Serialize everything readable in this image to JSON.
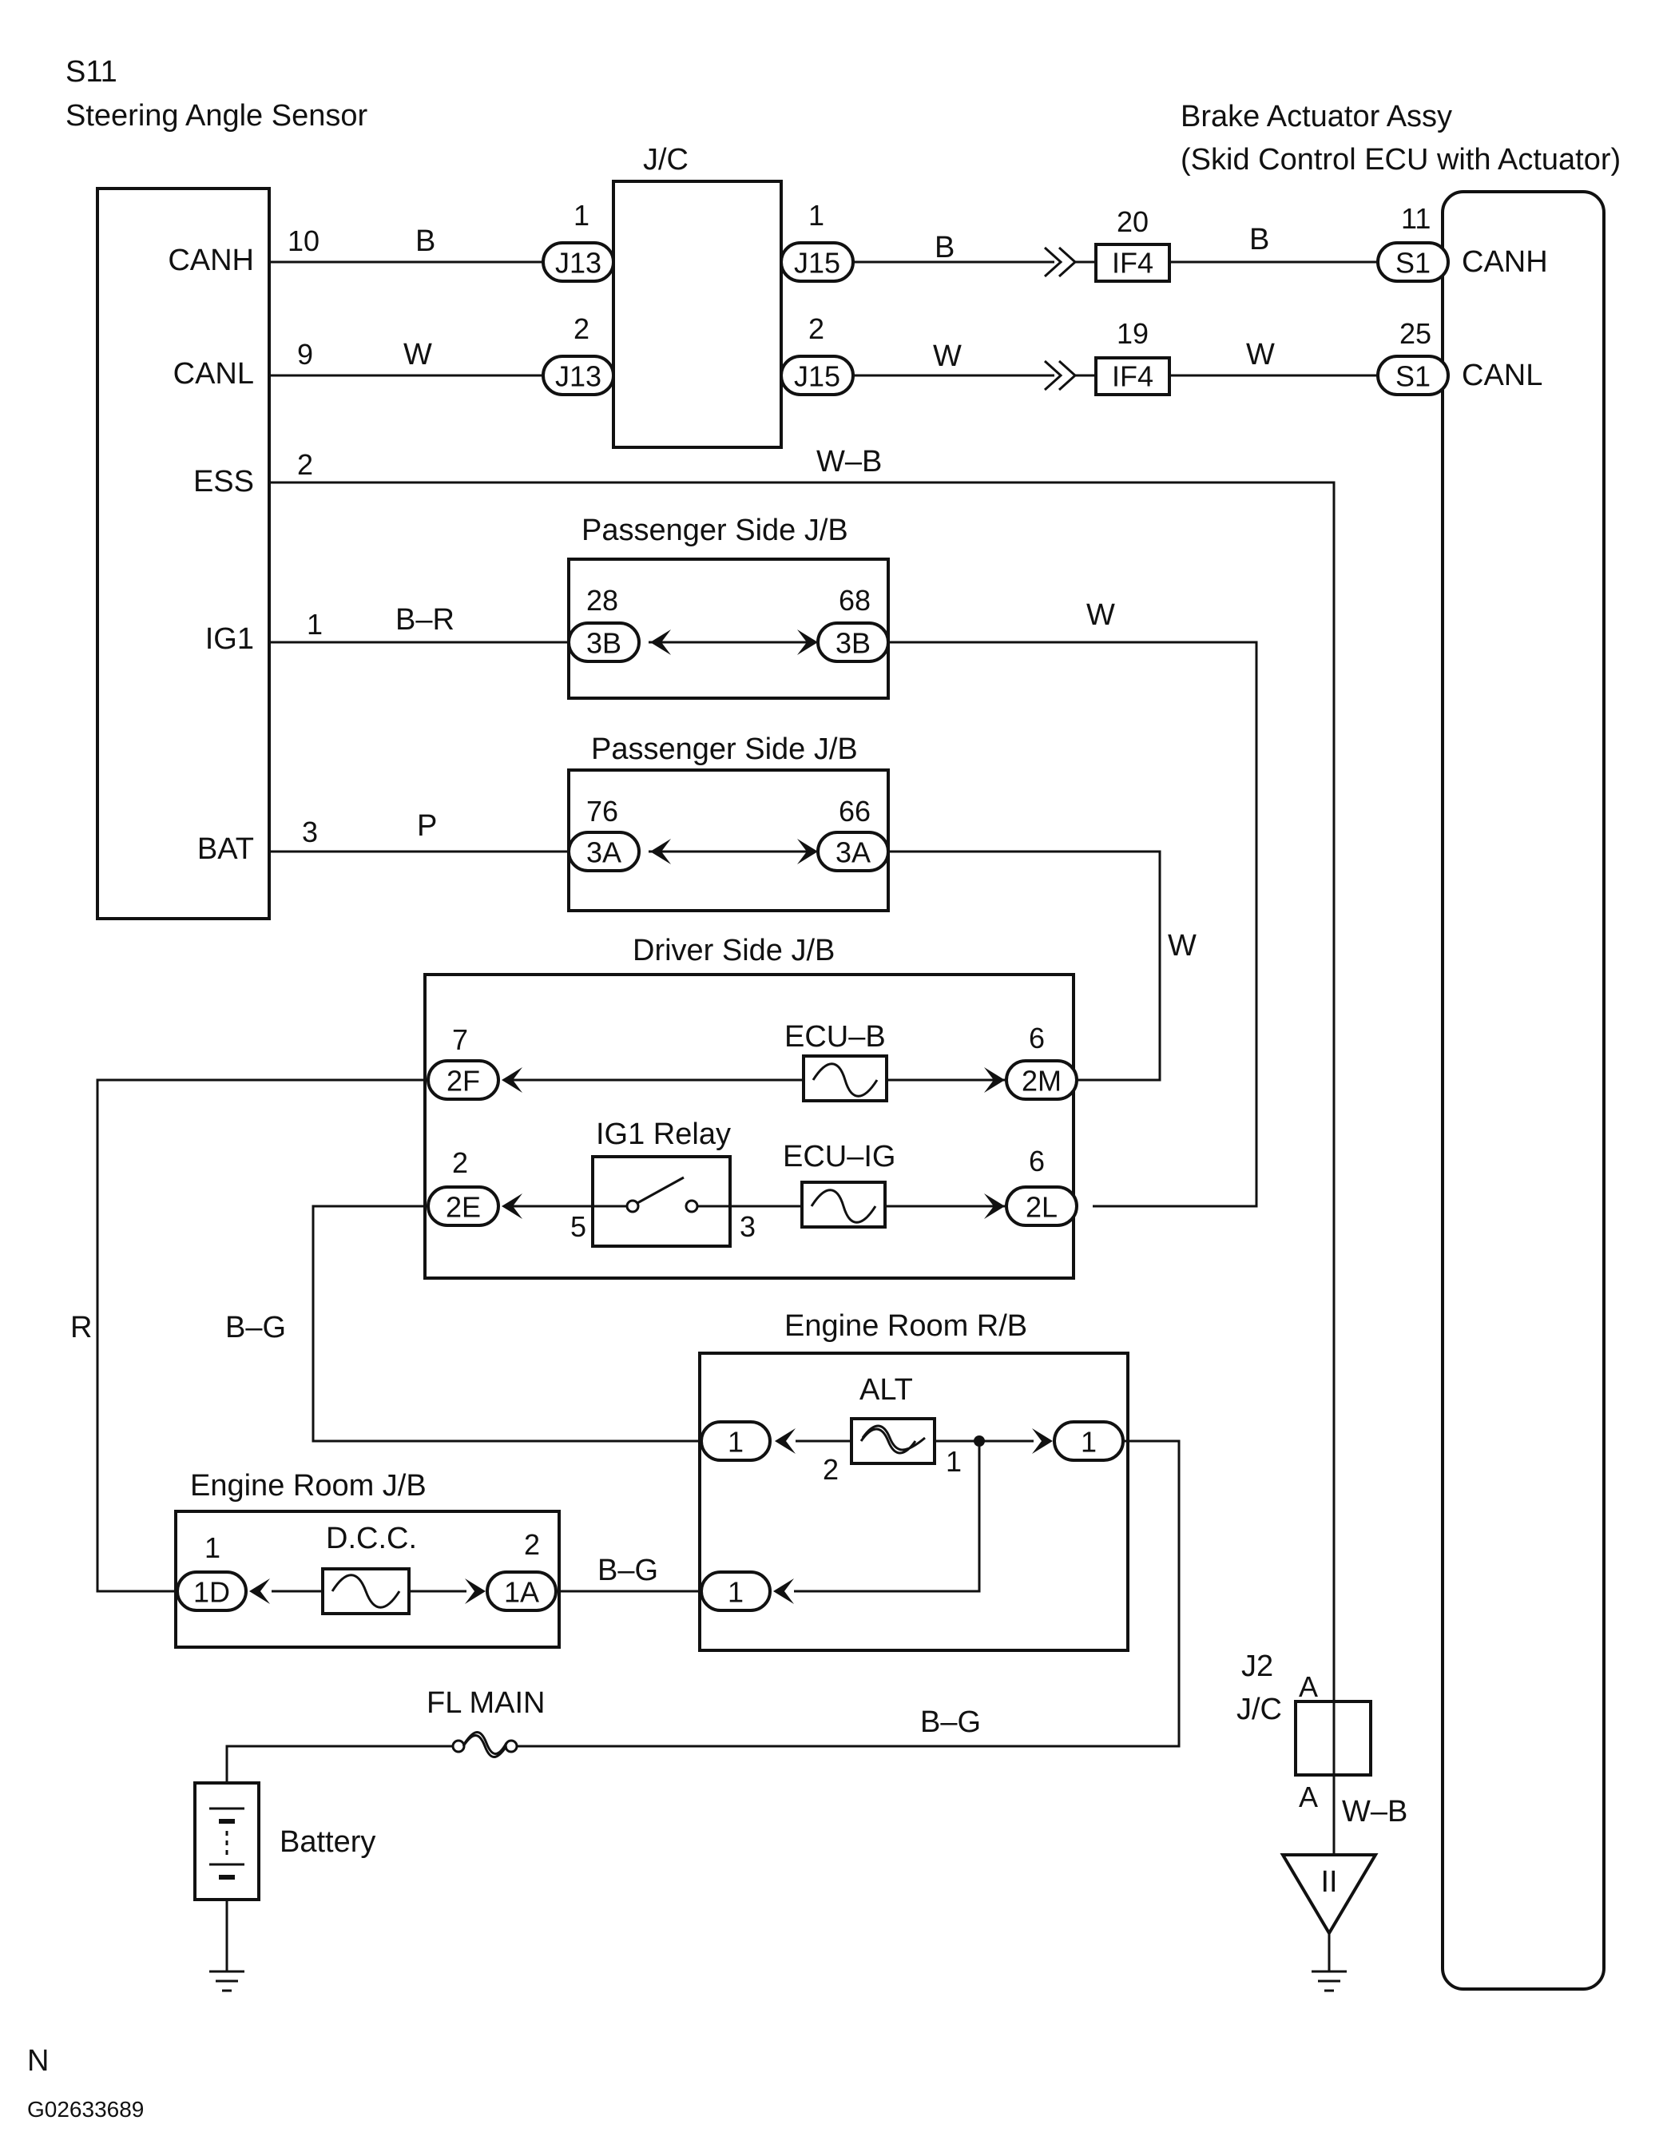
{
  "components": {
    "sensor": {
      "id": "S11",
      "name": "Steering Angle Sensor",
      "pins": [
        "CANH",
        "CANL",
        "ESS",
        "IG1",
        "BAT"
      ]
    },
    "actuator": {
      "title_line1": "Brake Actuator Assy",
      "title_line2": "(Skid Control ECU with Actuator)",
      "pins": [
        "CANH",
        "CANL"
      ]
    },
    "jc_top": "J/C",
    "passenger_jb_1": "Passenger Side J/B",
    "passenger_jb_2": "Passenger Side J/B",
    "driver_jb": "Driver Side J/B",
    "engine_rb": "Engine Room R/B",
    "engine_jb": "Engine Room J/B",
    "battery": "Battery",
    "fl_main": "FL MAIN",
    "j2_id": "J2",
    "j2_jc": "J/C",
    "ground_symbol": "II"
  },
  "fuses": {
    "ecu_b": "ECU–B",
    "ecu_ig": "ECU–IG",
    "alt": "ALT",
    "dcc": "D.C.C."
  },
  "relay": {
    "name": "IG1 Relay",
    "pin_in": "5",
    "pin_out": "3"
  },
  "wires": {
    "canh_a": "B",
    "canh_b": "B",
    "canh_c": "B",
    "canl_a": "W",
    "canl_b": "W",
    "canl_c": "W",
    "ess": "W–B",
    "ig1": "B–R",
    "ig1_out": "W",
    "bat": "P",
    "bat_out": "W",
    "r": "R",
    "bg_left": "B–G",
    "bg_jb": "B–G",
    "bg_main": "B–G",
    "wb_ground": "W–B"
  },
  "pins": {
    "s11_canh": "10",
    "s11_canl": "9",
    "s11_ess": "2",
    "s11_ig1": "1",
    "s11_bat": "3",
    "j13_canh": "1",
    "j13_canl": "2",
    "j15_canh": "1",
    "j15_canl": "2",
    "if4_canh": "20",
    "if4_canl": "19",
    "s1_canh": "11",
    "s1_canl": "25",
    "pjb1_in": "28",
    "pjb1_out": "68",
    "pjb2_in": "76",
    "pjb2_out": "66",
    "dj_2f": "7",
    "dj_2m": "6",
    "dj_2e": "2",
    "dj_2l": "6",
    "alt_left": "2",
    "alt_right": "1",
    "erjb_left": "1",
    "erjb_right": "2",
    "j2_top": "A",
    "j2_bottom": "A"
  },
  "connectors": {
    "j13": "J13",
    "j15": "J15",
    "if4": "IF4",
    "s1": "S1",
    "c3b": "3B",
    "c3a": "3A",
    "c2f": "2F",
    "c2m": "2M",
    "c2e": "2E",
    "c2l": "2L",
    "rb1": "1",
    "c1d": "1D",
    "c1a": "1A"
  },
  "footer": {
    "orientation": "N",
    "code": "G02633689"
  }
}
